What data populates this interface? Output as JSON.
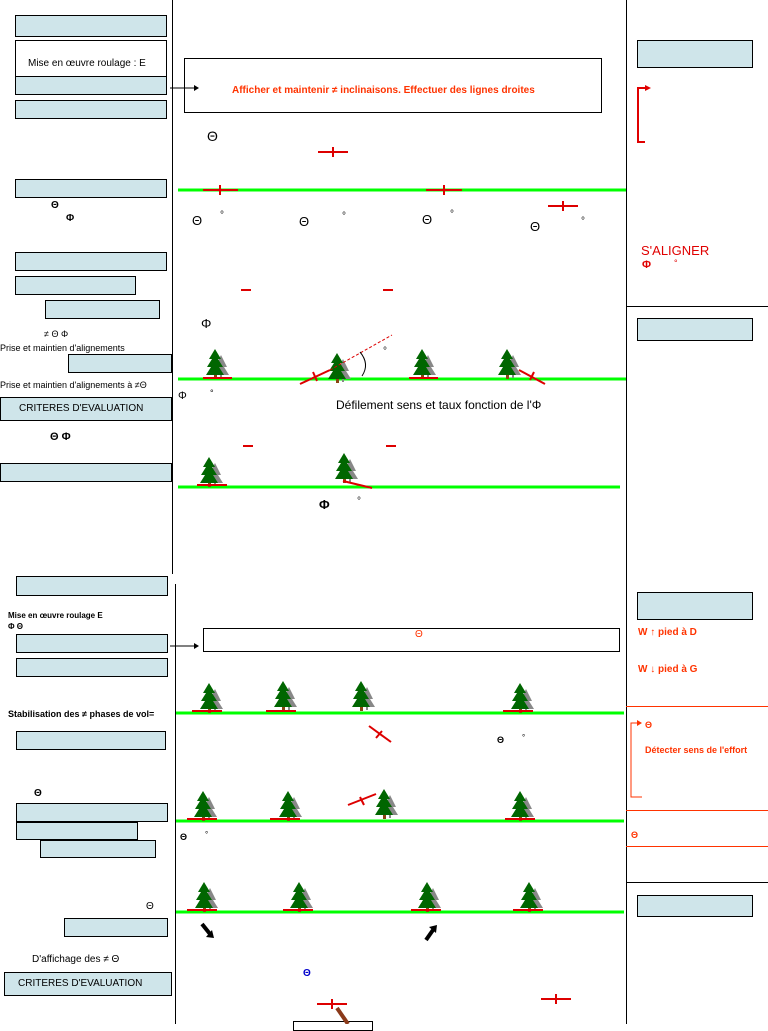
{
  "top": {
    "roulage_label": "Mise en œuvre roulage : E",
    "instruction": "Afficher et maintenir ≠ inclinaisons. Effectuer des lignes droites",
    "theta": "Θ",
    "theta_phi": [
      "Θ",
      "Φ"
    ],
    "pitch_readouts": [
      {
        "sym": "Θ",
        "unit": "°"
      },
      {
        "sym": "Θ",
        "unit": "°"
      },
      {
        "sym": "Θ",
        "unit": "°"
      },
      {
        "sym": "Θ",
        "unit": "°"
      }
    ],
    "phi_symbol": "Φ",
    "neq_theta_phi": "≠ Θ    Φ",
    "prise_alignements": "Prise et maintien d'alignements",
    "prise_alignements_2": "Prise et maintien d'alignements à ≠Θ",
    "phi_degree": {
      "sym": "Φ",
      "unit": "°"
    },
    "criteres": "CRITERES D'EVALUATION",
    "theta_phi_eval": "Θ     Φ",
    "defilement": "Défilement sens et taux fonction de l'Φ",
    "degree": "°",
    "bottom_phi": {
      "sym": "Φ",
      "unit": "°"
    }
  },
  "right_top": {
    "saligner": "S'ALIGNER",
    "phi_line": {
      "sym": "Φ",
      "unit": "°"
    }
  },
  "bottom": {
    "roulage_label": "Mise en œuvre roulage E",
    "phi_theta": "Φ Θ",
    "theta_box": "Θ",
    "stabilisation": "Stabilisation des ≠ phases de vol=",
    "theta_readout": {
      "sym": "Θ",
      "unit": "°"
    },
    "theta_small": "Θ",
    "theta_deg": {
      "sym": "Θ",
      "unit": "°"
    },
    "theta_left": "Θ",
    "affichage": "D'affichage des ≠ Θ",
    "criteres": "CRITERES D'EVALUATION",
    "theta_blue": "Θ"
  },
  "right_bottom": {
    "pied_d": "W ↑ pied à D",
    "pied_g": "W ↓ pied à G",
    "theta_arrow": "Θ",
    "detecter": "Détecter sens de l'effort",
    "theta_lower": "Θ"
  },
  "colors": {
    "accent_red": "#ff3300",
    "ground_green": "#00ff00",
    "box_fill": "#cfe5ea",
    "tree_green": "#006600"
  }
}
